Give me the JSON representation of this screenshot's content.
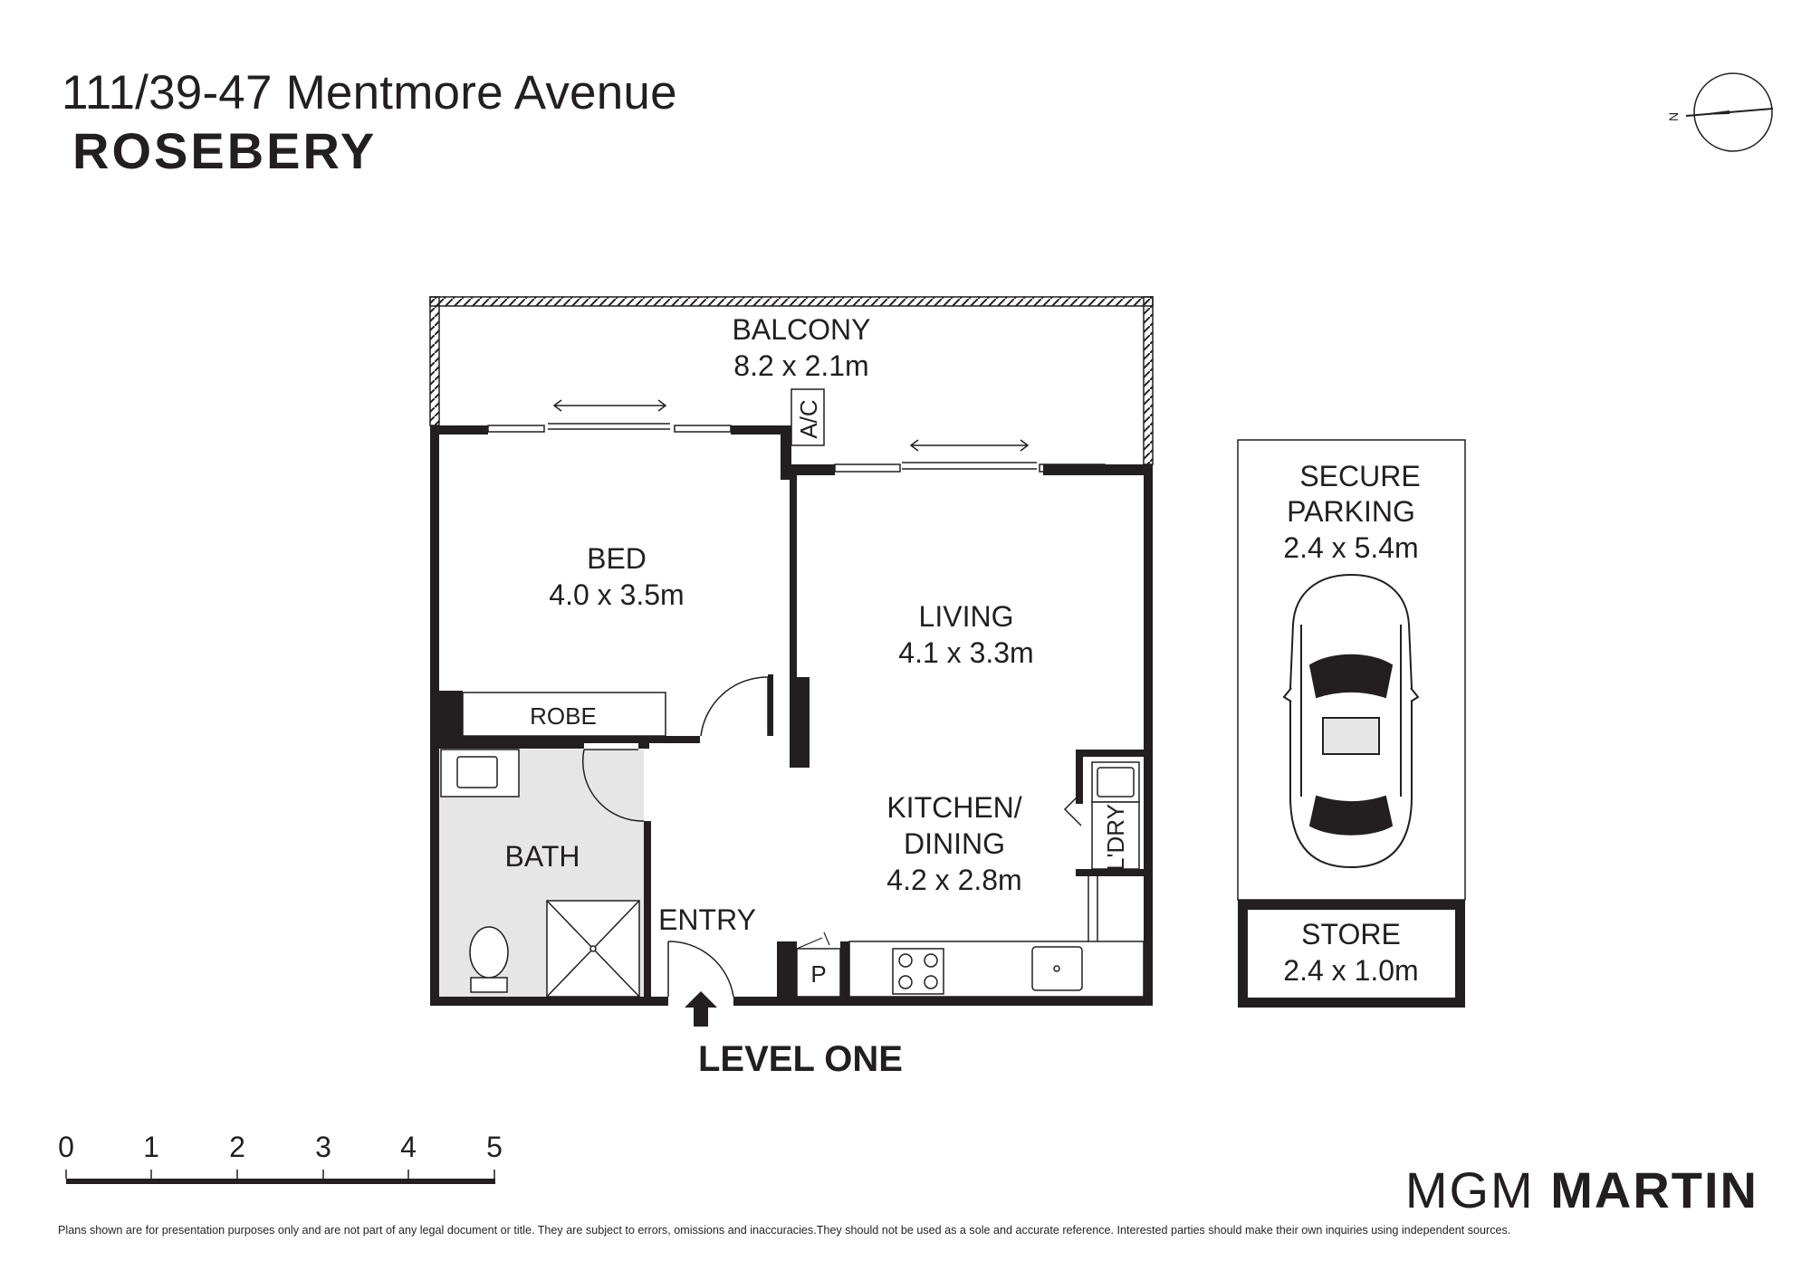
{
  "header": {
    "address": "111/39-47 Mentmore Avenue",
    "suburb": "ROSEBERY"
  },
  "compass": {
    "north_label": "N"
  },
  "rooms": {
    "balcony": {
      "name": "BALCONY",
      "dims": "8.2 x 2.1m"
    },
    "ac": {
      "name": "A/C"
    },
    "bed": {
      "name": "BED",
      "dims": "4.0 x 3.5m"
    },
    "robe": {
      "name": "ROBE"
    },
    "living": {
      "name": "LIVING",
      "dims": "4.1 x 3.3m"
    },
    "kitchen": {
      "name": "KITCHEN/",
      "name2": "DINING",
      "dims": "4.2 x 2.8m"
    },
    "laundry": {
      "name": "L'DRY"
    },
    "bath": {
      "name": "BATH"
    },
    "entry": {
      "name": "ENTRY"
    },
    "pantry": {
      "name": "P"
    },
    "parking": {
      "name": "SECURE",
      "name2": "PARKING",
      "dims": "2.4 x 5.4m"
    },
    "store": {
      "name": "STORE",
      "dims": "2.4 x 1.0m"
    }
  },
  "level_label": "LEVEL ONE",
  "scale_bar": {
    "ticks": [
      "0",
      "1",
      "2",
      "3",
      "4",
      "5"
    ]
  },
  "brand": {
    "part1": "MGM",
    "part2": "MARTIN"
  },
  "disclaimer": "Plans shown are for presentation purposes only and are not part of any legal document or title. They are subject to errors, omissions and inaccuracies.They should not be used as a sole and accurate reference. Interested parties should make their own inquiries using independent sources.",
  "colors": {
    "wall": "#231f20",
    "bath_floor": "#e6e6e6",
    "line": "#231f20"
  }
}
